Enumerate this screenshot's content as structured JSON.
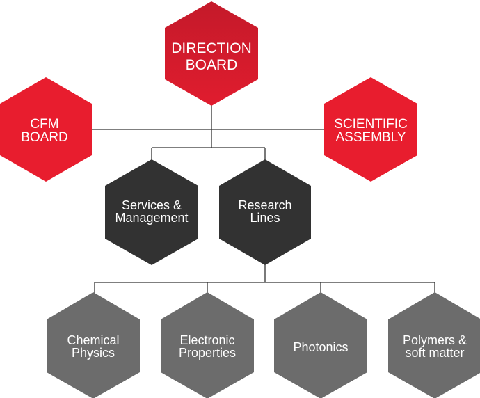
{
  "colors": {
    "red": "#e81d2e",
    "red_top": "#c81a2b",
    "dark": "#323232",
    "grey": "#6c6c6c",
    "text": "#ffffff",
    "line": "#333333"
  },
  "nodes": {
    "direction_board": {
      "line1": "DIRECTION",
      "line2": "BOARD"
    },
    "cfm_board": {
      "line1": "CFM",
      "line2": "BOARD"
    },
    "scientific_assembly": {
      "line1": "SCIENTIFIC",
      "line2": "ASSEMBLY"
    },
    "services": {
      "line1": "Services &",
      "line2": "Management"
    },
    "research": {
      "line1": "Research",
      "line2": "Lines"
    },
    "chemical": {
      "line1": "Chemical",
      "line2": "Physics"
    },
    "electronic": {
      "line1": "Electronic",
      "line2": "Properties"
    },
    "photonics": {
      "line1": "Photonics"
    },
    "polymers": {
      "line1": "Polymers &",
      "line2": "soft matter"
    }
  }
}
